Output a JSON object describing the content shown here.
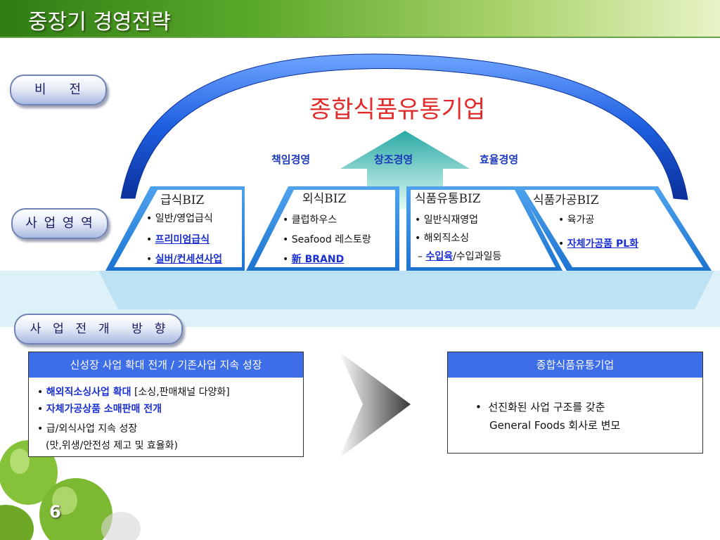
{
  "slide": {
    "title": "중장기 경영전략",
    "page_number": "6"
  },
  "labels": {
    "vision": "비    전",
    "business_area": "사 업 영 역",
    "direction": "사  업  전  개    방  향"
  },
  "vision": {
    "statement": "종합식품유통기업",
    "values": [
      "책임경영",
      "창조경영",
      "효율경영"
    ]
  },
  "business_units": [
    {
      "title": "급식BIZ",
      "items": [
        {
          "bullet": "•",
          "text": "일반/영업급식",
          "highlight": false
        },
        {
          "bullet": "•",
          "text": "프리미엄급식",
          "highlight": true
        },
        {
          "bullet": "•",
          "text": "실버/컨세션사업",
          "highlight": true
        }
      ]
    },
    {
      "title": "외식BIZ",
      "items": [
        {
          "bullet": "•",
          "text": "클럽하우스",
          "highlight": false
        },
        {
          "bullet": "•",
          "text": "Seafood 레스토랑",
          "highlight": false
        },
        {
          "bullet": "•",
          "text": "新 BRAND",
          "highlight": true
        }
      ]
    },
    {
      "title": "식품유통BIZ",
      "items": [
        {
          "bullet": "•",
          "text": "일반식재영업",
          "highlight": false
        },
        {
          "bullet": "•",
          "text": "해외직소싱",
          "highlight": false
        }
      ],
      "sub": {
        "prefix": "– ",
        "highlight": "수입육",
        "rest": "/수입과일등"
      }
    },
    {
      "title": "식품가공BIZ",
      "items": [
        {
          "bullet": "•",
          "text": "육가공",
          "highlight": false
        },
        {
          "bullet": "•",
          "text": "자체가공품 PL화",
          "highlight": true
        }
      ]
    }
  ],
  "direction": {
    "header": "신성장 사업 확대 전개 / 기존사업 지속 성장",
    "items": [
      {
        "bullet": "•",
        "highlight": "해외직소싱사업 확대",
        "rest": " [소싱,판매채널 다양화]"
      },
      {
        "bullet": "•",
        "highlight": "자체가공상품 소매판매 전개",
        "rest": ""
      },
      {
        "bullet": "•",
        "highlight": "",
        "rest": "급/외식사업 지속 성장"
      }
    ],
    "note": "(맛,위생/안전성 제고 및 효율화)"
  },
  "goal": {
    "header": "종합식품유통기업",
    "bullet": "•",
    "line1": "선진화된 사업 구조를 갖춘",
    "line2": "General Foods 회사로 변모"
  },
  "colors": {
    "header_dark": "#2e7d14",
    "header_light": "#e8f3c6",
    "accent_blue": "#3d6ee8",
    "vision_red": "#e22b2b",
    "value_blue": "#1a3ab8",
    "arch_blue": "#1e5fe0",
    "apple_green": "#8cc63f"
  },
  "icons": [
    "apple-image",
    "chevron-right-arrow",
    "up-arrow"
  ]
}
